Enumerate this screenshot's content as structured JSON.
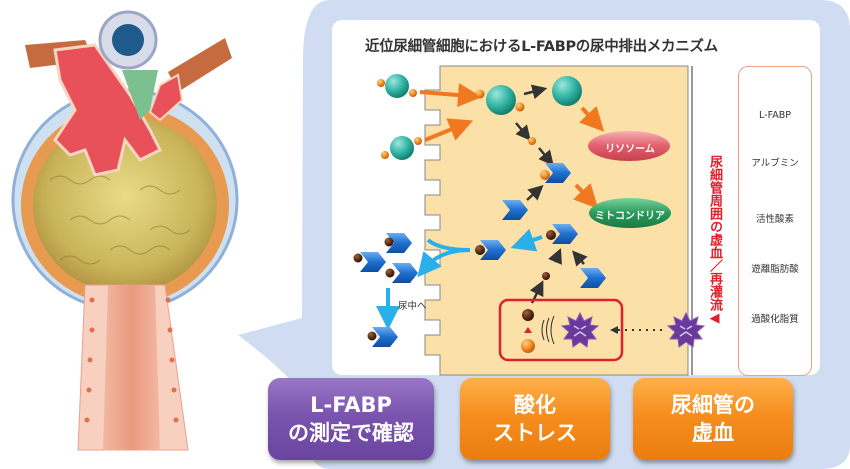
{
  "title": "近位尿細管細胞におけるL-FABPの尿中排出メカニズム",
  "organelles": {
    "lysosome": "リソソーム",
    "mitochondria": "ミトコンドリア"
  },
  "urine_label": "尿中へ",
  "vertical_label": "尿細管周囲の虚血／再灌流◀",
  "legend": {
    "items": [
      {
        "icon": "l-fabp-chevron",
        "label": "L-FABP"
      },
      {
        "icon": "albumin-sphere",
        "label": "アルブミン"
      },
      {
        "icon": "reactive-oxygen-star",
        "label": "活性酸素"
      },
      {
        "icon": "free-fatty-acid-sphere",
        "label": "遊離脂肪酸"
      },
      {
        "icon": "lipid-peroxide-sphere",
        "label": "過酸化脂質"
      }
    ]
  },
  "buttons": {
    "lfabp_line1": "L-FABP",
    "lfabp_line2": "の測定で確認",
    "oxidative_line1": "酸化",
    "oxidative_line2": "ストレス",
    "ischemia_line1": "尿細管の",
    "ischemia_line2": "虚血"
  },
  "colors": {
    "cell_fill": "#fbe0a8",
    "bubble": "#a9c0e6",
    "lfabp_blue": "#1f6fd0",
    "albumin_teal": "#2fb3a3",
    "orange_arrow": "#f07820",
    "cyan_arrow": "#29b0ea",
    "ros_purple": "#6a3a9a",
    "alert_red": "#e0202a",
    "purple_button": "#7a54ae",
    "orange_button": "#f58e1e"
  }
}
